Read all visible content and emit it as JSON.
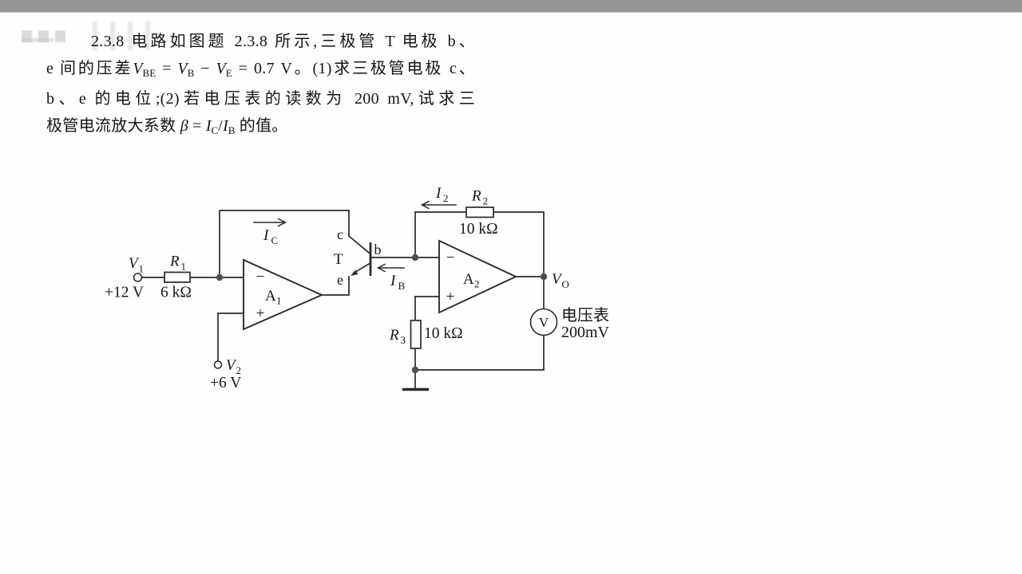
{
  "topbar": {
    "color": "#969696"
  },
  "ink_color": "#2b2b2b",
  "problem": {
    "line1": "2.3.8  电路如图题 2.3.8 所示,三极管 T 电极 b、",
    "line2": [
      {
        "t": "e 间的压差"
      },
      {
        "t": "V",
        "s": "it"
      },
      {
        "t": "BE",
        "s": "sub"
      },
      {
        "t": " = "
      },
      {
        "t": "V",
        "s": "it"
      },
      {
        "t": "B",
        "s": "sub"
      },
      {
        "t": " − "
      },
      {
        "t": "V",
        "s": "it"
      },
      {
        "t": "E",
        "s": "sub"
      },
      {
        "t": " = 0.7 V。(1)求三极管电极 c、"
      }
    ],
    "line3": "b、e 的电位;(2)若电压表的读数为 200 mV,试求三",
    "line4": [
      {
        "t": "极管电流放大系数 "
      },
      {
        "t": "β",
        "s": "it"
      },
      {
        "t": " = "
      },
      {
        "t": "I",
        "s": "it"
      },
      {
        "t": "C",
        "s": "sub"
      },
      {
        "t": "/"
      },
      {
        "t": "I",
        "s": "it"
      },
      {
        "t": "B",
        "s": "sub"
      },
      {
        "t": " 的值。"
      }
    ]
  },
  "circuit": {
    "v1_label": {
      "base": "V",
      "sub": "1"
    },
    "v1_value": "+12 V",
    "r1_label": {
      "base": "R",
      "sub": "1"
    },
    "r1_value": "6 kΩ",
    "ic_label": {
      "base": "I",
      "sub": "C"
    },
    "a1_label": {
      "base": "A",
      "sub": "1"
    },
    "opamp_minus": "−",
    "opamp_plus": "+",
    "v2_label": {
      "base": "V",
      "sub": "2"
    },
    "v2_value": "+6 V",
    "transistor": {
      "name": "T",
      "c": "c",
      "b": "b",
      "e": "e"
    },
    "ib_label": {
      "base": "I",
      "sub": "B"
    },
    "i2_label": {
      "base": "I",
      "sub": "2"
    },
    "r2_label": {
      "base": "R",
      "sub": "2"
    },
    "r2_value": "10 kΩ",
    "a2_label": {
      "base": "A",
      "sub": "2"
    },
    "vo_label": {
      "base": "V",
      "sub": "O"
    },
    "r3_label": {
      "base": "R",
      "sub": "3"
    },
    "r3_value": "10 kΩ",
    "voltmeter": {
      "symbol": "V",
      "name": "电压表",
      "reading": "200mV"
    }
  }
}
